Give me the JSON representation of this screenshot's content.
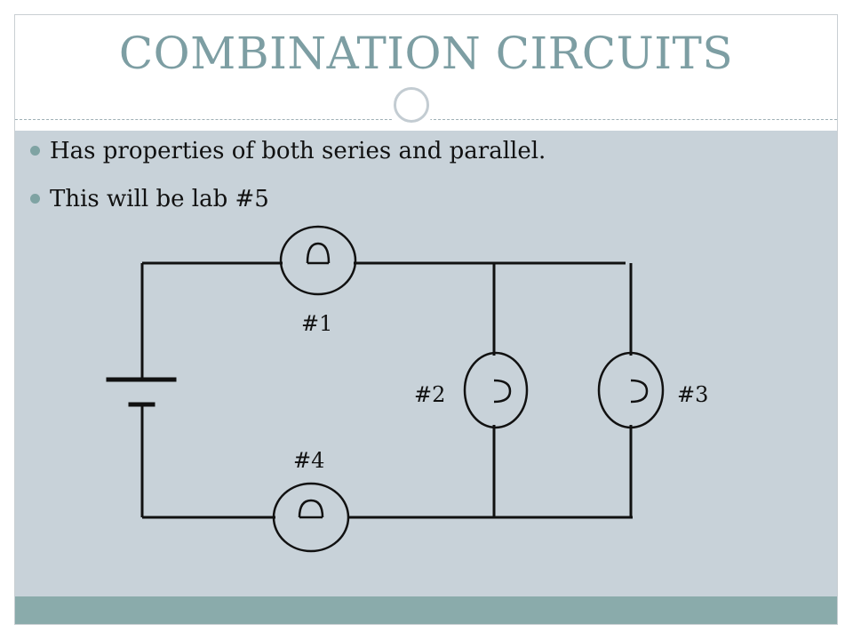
{
  "slide": {
    "title": "COMBINATION CIRCUITS",
    "bullets": [
      "Has properties of both series and parallel.",
      "This will be lab #5"
    ]
  },
  "diagram": {
    "bulb_labels": {
      "bulb1": "#1",
      "bulb2": "#2",
      "bulb3": "#3",
      "bulb4": "#4"
    }
  },
  "colors": {
    "title": "#7d9ea3",
    "content_background": "#c8d2d9",
    "footer_band": "#8aabab",
    "bullet_marker": "#7fa3a3"
  }
}
